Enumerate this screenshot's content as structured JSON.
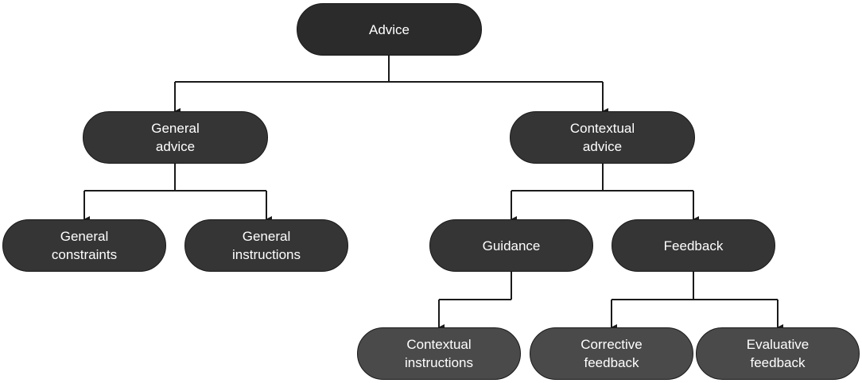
{
  "nodes": {
    "advice": {
      "line1": "Advice"
    },
    "general_advice": {
      "line1": "General",
      "line2": "advice"
    },
    "contextual_advice": {
      "line1": "Contextual",
      "line2": "advice"
    },
    "general_constraints": {
      "line1": "General",
      "line2": "constraints"
    },
    "general_instructions": {
      "line1": "General",
      "line2": "instructions"
    },
    "guidance": {
      "line1": "Guidance"
    },
    "feedback": {
      "line1": "Feedback"
    },
    "contextual_instructions": {
      "line1": "Contextual",
      "line2": "instructions"
    },
    "corrective_feedback": {
      "line1": "Corrective",
      "line2": "feedback"
    },
    "evaluative_feedback": {
      "line1": "Evaluative",
      "line2": "feedback"
    }
  },
  "edges": [
    {
      "from": "advice",
      "to": [
        "general_advice",
        "contextual_advice"
      ]
    },
    {
      "from": "general_advice",
      "to": [
        "general_constraints",
        "general_instructions"
      ]
    },
    {
      "from": "contextual_advice",
      "to": [
        "guidance",
        "feedback"
      ]
    },
    {
      "from": "guidance",
      "to": [
        "contextual_instructions"
      ]
    },
    {
      "from": "feedback",
      "to": [
        "corrective_feedback",
        "evaluative_feedback"
      ]
    }
  ],
  "colors": {
    "root_fill": "#2b2b2b",
    "mid_fill": "#353535",
    "leaf_fill": "#4a4a4a",
    "text": "#ffffff",
    "connector": "#1a1a1a"
  }
}
